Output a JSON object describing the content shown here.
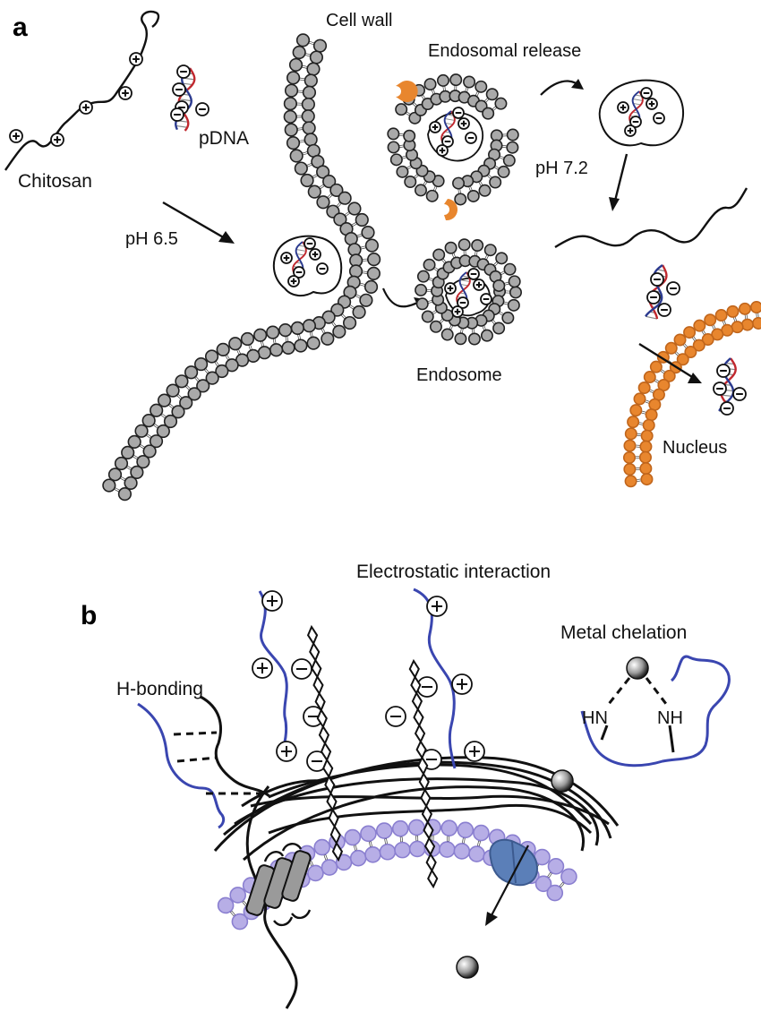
{
  "panels": {
    "a": {
      "letter": "a",
      "labels": {
        "chitosan": "Chitosan",
        "pdna": "pDNA",
        "ph_entry": "pH 6.5",
        "cell_wall": "Cell wall",
        "endosomal_release": "Endosomal release",
        "endosome": "Endosome",
        "ph_release": "pH 7.2",
        "nucleus": "Nucleus"
      },
      "charges": {
        "positive": "+",
        "negative": "−"
      }
    },
    "b": {
      "letter": "b",
      "labels": {
        "electrostatic": "Electrostatic interaction",
        "metal_chelation": "Metal chelation",
        "h_bonding": "H-bonding",
        "hn": "HN",
        "nh": "NH"
      }
    }
  },
  "colors": {
    "bead": "#a9a9a9",
    "nucleus": "#e8862e",
    "enzyme": "#e8862e",
    "chitosan_chain": "#3a46b0",
    "lipid": "#b7aee6",
    "lipid_edge": "#8a7fd0",
    "channel": "#5b7fb8",
    "dna_red": "#c0282e",
    "dna_blue": "#2b3a8f"
  }
}
